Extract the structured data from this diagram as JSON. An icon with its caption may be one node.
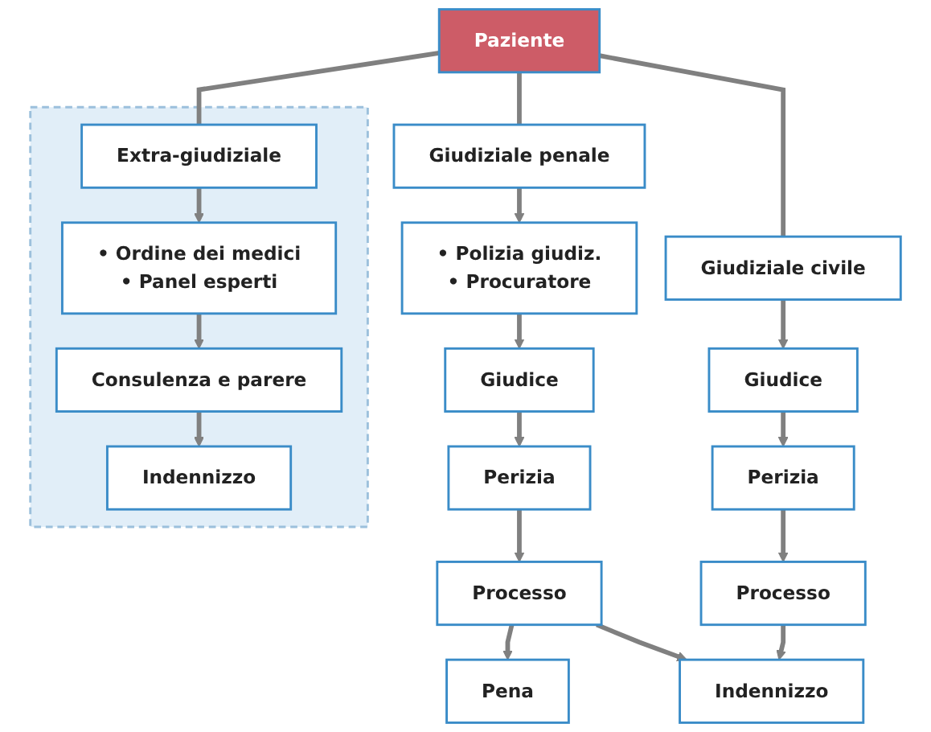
{
  "diagram": {
    "nodes": [
      {
        "text": [
          "Paziente"
        ]
      },
      {
        "text": [
          "Giudiziale penale"
        ]
      },
      {
        "text": [
          "Giudiziale civile"
        ]
      },
      {
        "text": [],
        "shape": "box"
      },
      {
        "text": [
          "Extra-giudiziale"
        ],
        "in": 3
      },
      {
        "text": [
          "• Polizia giudiz.",
          "• Procuratore"
        ]
      },
      {
        "text": [
          "Giudice"
        ]
      },
      {
        "text": [
          "Perizia"
        ]
      },
      {
        "text": [
          "Processo"
        ]
      },
      {
        "text": [
          "Pena"
        ]
      },
      {
        "text": [
          "Giudice"
        ]
      },
      {
        "text": [
          "Perizia"
        ]
      },
      {
        "text": [
          "Processo"
        ]
      },
      {
        "text": [
          "Indennizzo"
        ]
      },
      {
        "text": [
          "• Ordine dei medici",
          "• Panel esperti"
        ],
        "in": 3
      },
      {
        "text": [
          "Consulenza e parere"
        ],
        "in": 3
      },
      {
        "text": [
          "Indennizzo"
        ],
        "in": 3
      }
    ],
    "edges": [
      {
        "from": 0,
        "to": 1,
        "arrow": "none"
      },
      {
        "from": 0,
        "to": 2,
        "arrow": "none"
      },
      {
        "from": 0,
        "to": 4,
        "arrow": "none"
      },
      {
        "from": 1,
        "to": 5,
        "arrow": "to"
      },
      {
        "from": 5,
        "to": 6,
        "arrow": "to"
      },
      {
        "from": 6,
        "to": 7,
        "arrow": "to"
      },
      {
        "from": 7,
        "to": 8,
        "arrow": "to"
      },
      {
        "from": 8,
        "to": 9,
        "arrow": "to"
      },
      {
        "from": 8,
        "to": 13,
        "arrow": "to"
      },
      {
        "from": 2,
        "to": 10,
        "arrow": "to"
      },
      {
        "from": 10,
        "to": 11,
        "arrow": "to"
      },
      {
        "from": 11,
        "to": 12,
        "arrow": "to"
      },
      {
        "from": 12,
        "to": 13,
        "arrow": "to"
      },
      {
        "from": 4,
        "to": 14,
        "arrow": "to"
      },
      {
        "from": 14,
        "to": 15,
        "arrow": "to"
      },
      {
        "from": 15,
        "to": 16,
        "arrow": "to"
      }
    ]
  }
}
